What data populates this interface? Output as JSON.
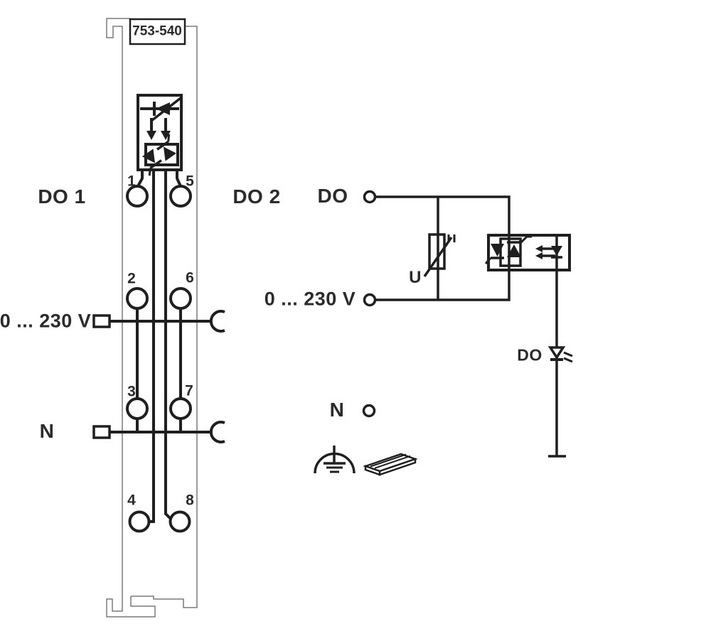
{
  "module": {
    "part_number": "753-540",
    "do1_label": "DO 1",
    "do2_label": "DO 2",
    "left_voltage_label": "0 ... 230 V",
    "left_neutral_label": "N",
    "terminal_numbers": [
      "1",
      "2",
      "3",
      "4",
      "5",
      "6",
      "7",
      "8"
    ]
  },
  "circuit": {
    "output_label": "DO",
    "voltage_label": "0 ... 230 V",
    "neutral_label": "N",
    "varistor_label": "U",
    "status_led_label": "DO"
  },
  "icons": {
    "ground": "functional-earth-icon",
    "din_rail": "din-rail-icon"
  },
  "colors": {
    "line": "#1f1f1f",
    "module_outline": "#7a7a7a",
    "text": "#2b2b2b",
    "background": "#ffffff"
  }
}
